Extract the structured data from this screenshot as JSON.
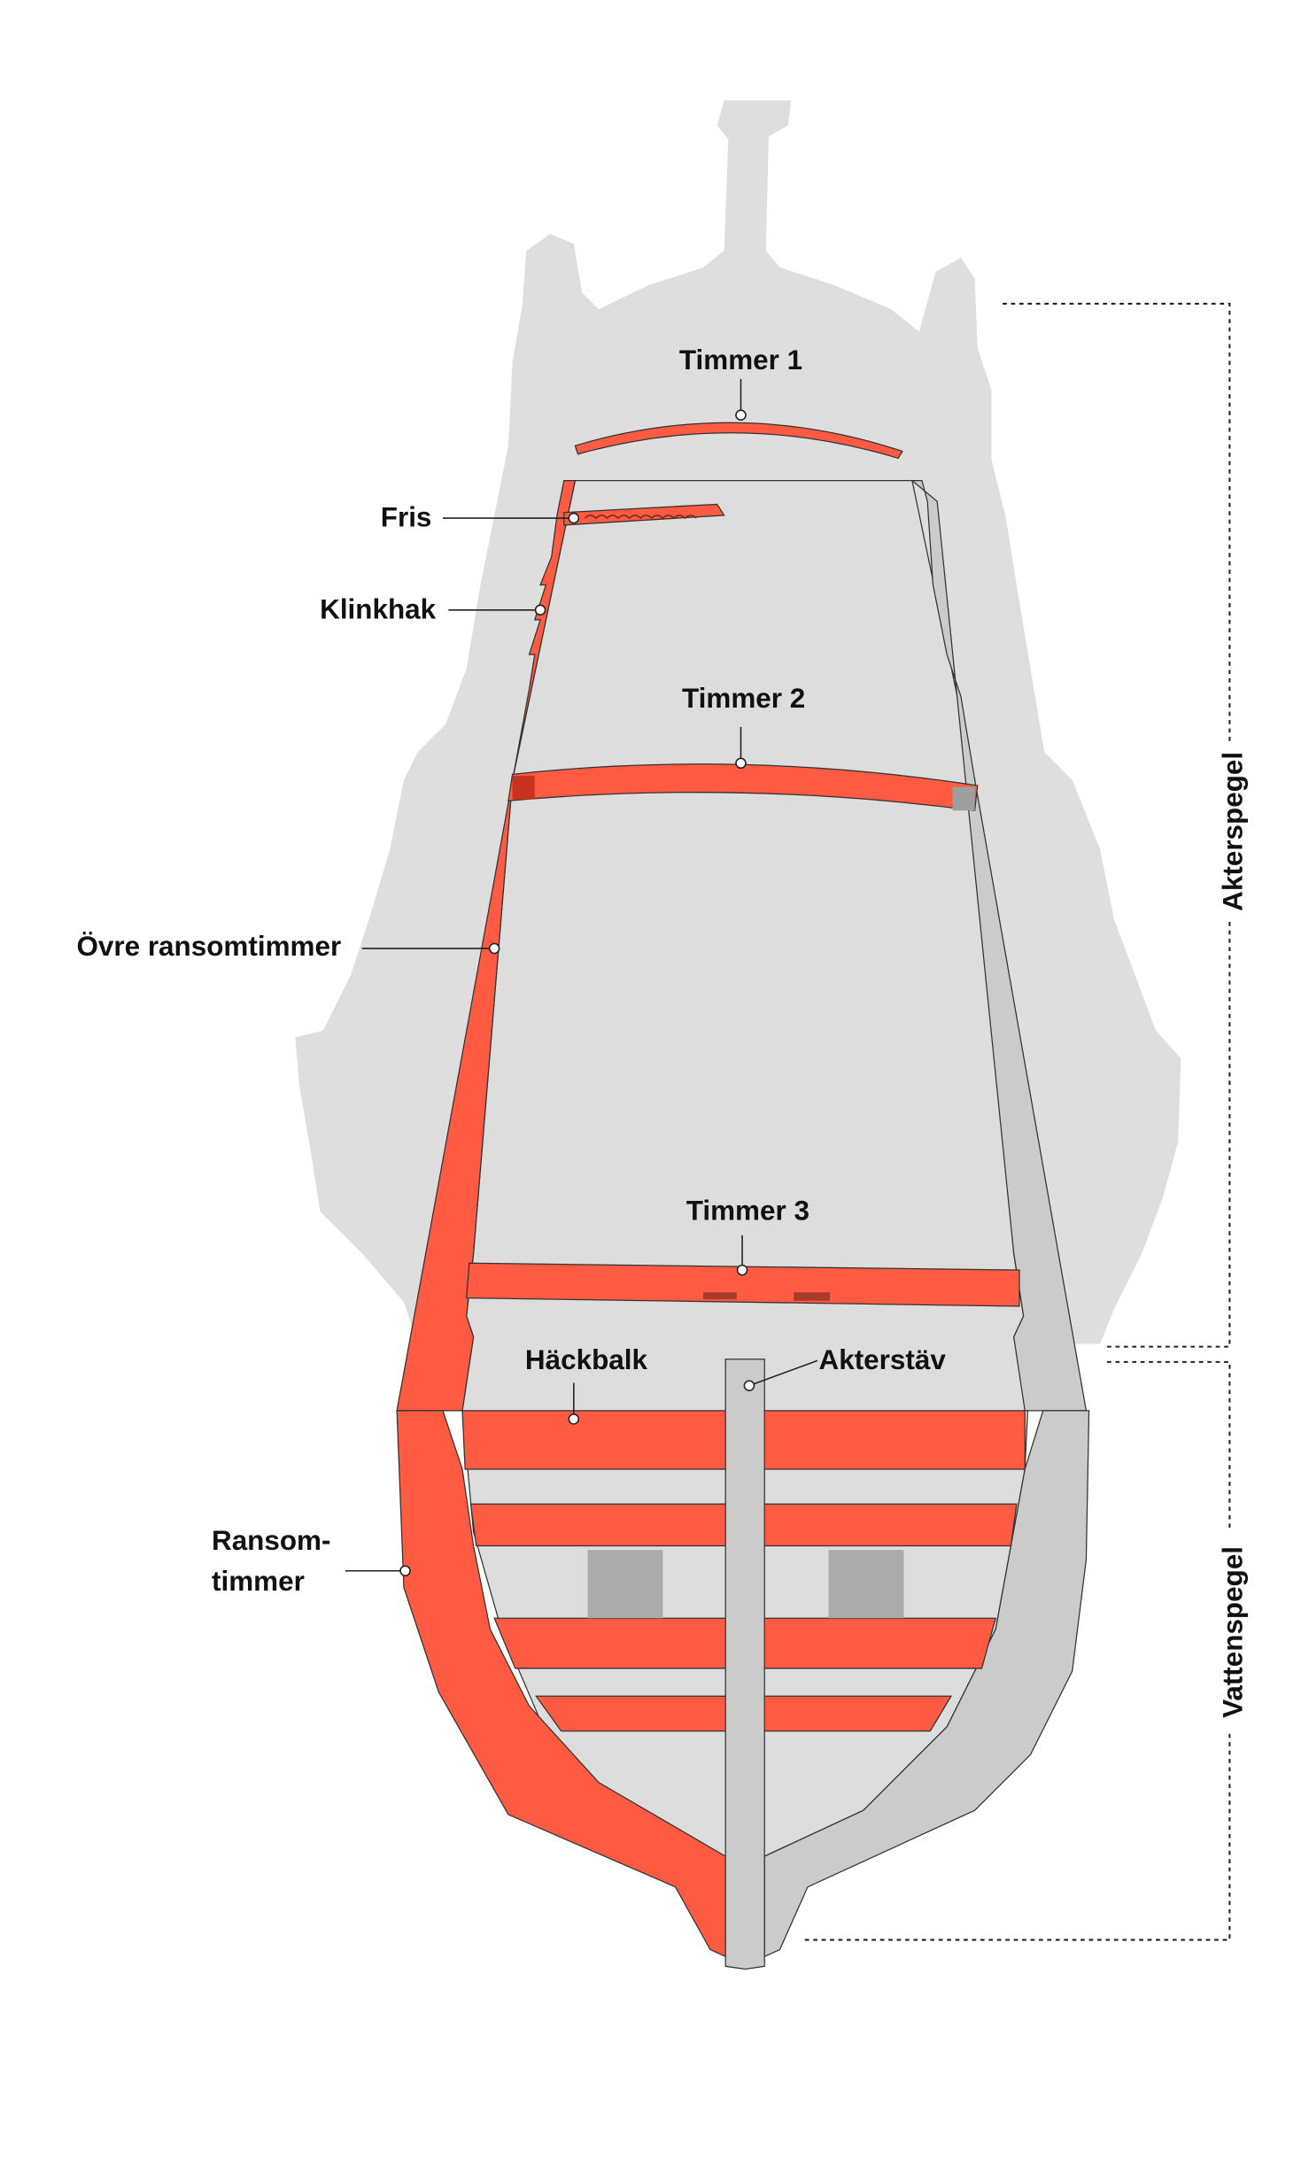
{
  "labels": {
    "timmer1": "Timmer 1",
    "fris": "Fris",
    "klinkhak": "Klinkhak",
    "timmer2": "Timmer 2",
    "ovre_ransomtimmer": "Övre ransomtimmer",
    "timmer3": "Timmer 3",
    "hackbalk": "Häckbalk",
    "akterstav": "Akterstäv",
    "ransomtimmer_line1": "Ransom-",
    "ransomtimmer_line2": "timmer"
  },
  "sections": {
    "akterspegel": "Akterspegel",
    "vattenspegel": "Vattenspegel"
  },
  "colors": {
    "highlight": "#FF5A42",
    "silhouette": "#DEDEDE",
    "frame_gray": "#CBCBCB",
    "window_gray": "#ABABAB"
  }
}
